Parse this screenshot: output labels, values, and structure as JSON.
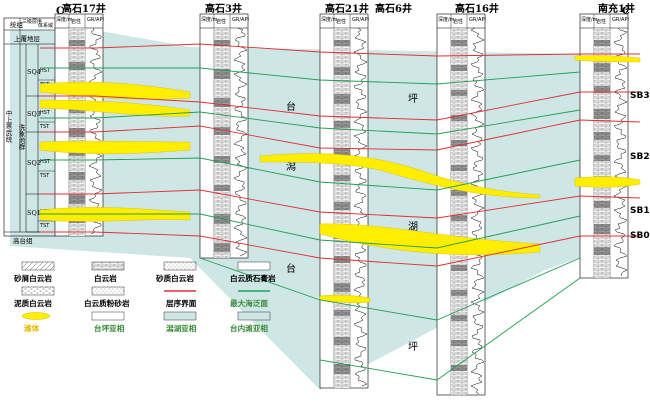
{
  "section_labels": {
    "start": "C",
    "end": "C'"
  },
  "wells": [
    {
      "name": "高石17井",
      "depth_header": "深度/m",
      "lith_header": "岩性",
      "gr_header": "GR/API"
    },
    {
      "name": "高石3井",
      "depth_header": "深度/m",
      "lith_header": "岩性",
      "gr_header": "GR/API"
    },
    {
      "name": "高石21井",
      "depth_header": "深度/m",
      "lith_header": "岩性",
      "gr_header": "GR/API"
    },
    {
      "name": "高石6井",
      "depth_header": "深度/m",
      "lith_header": "岩性",
      "gr_header": "GR/API"
    },
    {
      "name": "高石16井",
      "depth_header": "深度/m",
      "lith_header": "岩性",
      "gr_header": "GR/API"
    },
    {
      "name": "南充1井",
      "depth_header": "深度/m",
      "lith_header": "岩性",
      "gr_header": "GR/API"
    }
  ],
  "strat_column": {
    "headers": [
      "统组",
      "三级层序",
      "体系域"
    ],
    "upper": "上覆地层",
    "formation": "中上寒武统",
    "group": "洗象池群",
    "sequences": [
      {
        "name": "SQ4",
        "tracts": [
          "HST",
          "TST"
        ]
      },
      {
        "name": "SQ3",
        "tracts": [
          "HST",
          "TST"
        ]
      },
      {
        "name": "SQ2",
        "tracts": [
          "HST",
          "TST"
        ]
      },
      {
        "name": "SQ1",
        "tracts": [
          "HST",
          "TST"
        ]
      }
    ],
    "lower": "高台组"
  },
  "facies_labels": [
    "台",
    "坪",
    "潟",
    "湖",
    "台",
    "坪"
  ],
  "boundaries": [
    "SB3",
    "SB2",
    "SB1",
    "SB0"
  ],
  "legend": [
    {
      "label": "砂屑白云岩",
      "icon": "sandy-dolomite-pattern"
    },
    {
      "label": "白云岩",
      "icon": "dolomite-pattern"
    },
    {
      "label": "砂质白云岩",
      "icon": "sand-dolomite-pattern"
    },
    {
      "label": "白云质石膏岩",
      "icon": "gypsum-pattern"
    },
    {
      "label": "泥质白云岩",
      "icon": "argillaceous-dolomite-pattern"
    },
    {
      "label": "白云质粉砂岩",
      "icon": "siltstone-pattern"
    },
    {
      "label": "层序界面",
      "icon": "sequence-boundary-line"
    },
    {
      "label": "最大海泛面",
      "icon": "max-flooding-line"
    },
    {
      "label": "滩体",
      "icon": "shoal-body-swatch"
    },
    {
      "label": "台坪亚相",
      "icon": "platform-flat-swatch"
    },
    {
      "label": "潟湖亚相",
      "icon": "lagoon-swatch"
    },
    {
      "label": "台内滩亚相",
      "icon": "intra-platform-shoal-swatch"
    }
  ],
  "colors": {
    "lagoon": "#cfe6e6",
    "shoal": "#ffee00",
    "sequence_boundary": "#e03030",
    "max_flooding": "#22a050"
  }
}
